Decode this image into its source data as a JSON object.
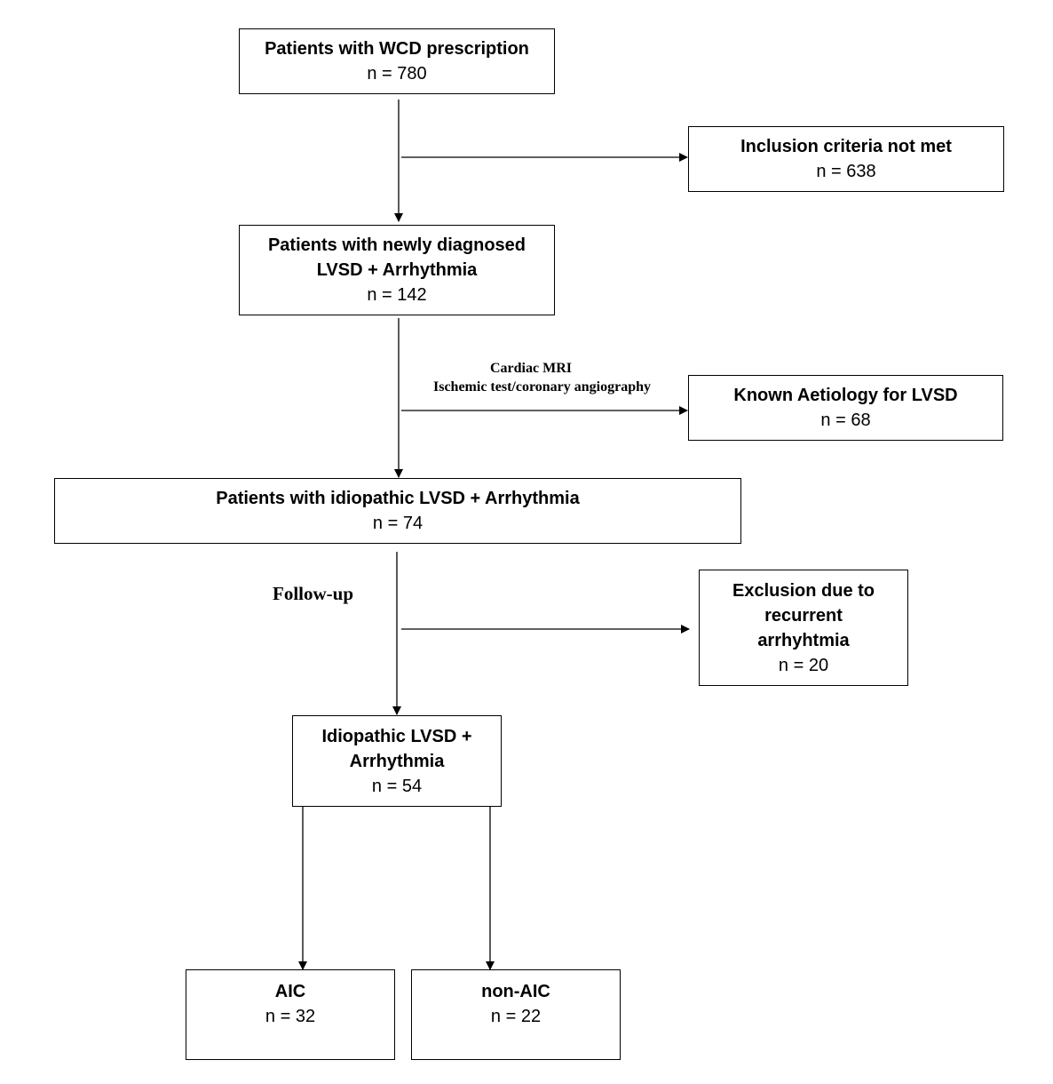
{
  "boxes": {
    "wcd": {
      "title": "Patients with WCD prescription",
      "n": "n = 780"
    },
    "not_met": {
      "title": "Inclusion criteria not met",
      "n": "n = 638"
    },
    "newly": {
      "title": "Patients with newly diagnosed\nLVSD + Arrhythmia",
      "n": "n = 142"
    },
    "known": {
      "title": "Known Aetiology for LVSD",
      "n": "n = 68"
    },
    "idiopathic": {
      "title": "Patients with idiopathic LVSD + Arrhythmia",
      "n": "n = 74"
    },
    "exclusion": {
      "title": "Exclusion due to\nrecurrent\narrhyhtmia",
      "n": "n = 20"
    },
    "idio_final": {
      "title": "Idiopathic LVSD +\nArrhythmia",
      "n": "n = 54"
    },
    "aic": {
      "title": "AIC",
      "n": "n = 32"
    },
    "non_aic": {
      "title": "non-AIC",
      "n": "n = 22"
    }
  },
  "labels": {
    "mri": "Cardiac MRI",
    "ischemic": "Ischemic test/coronary angiography",
    "followup": "Follow-up"
  }
}
